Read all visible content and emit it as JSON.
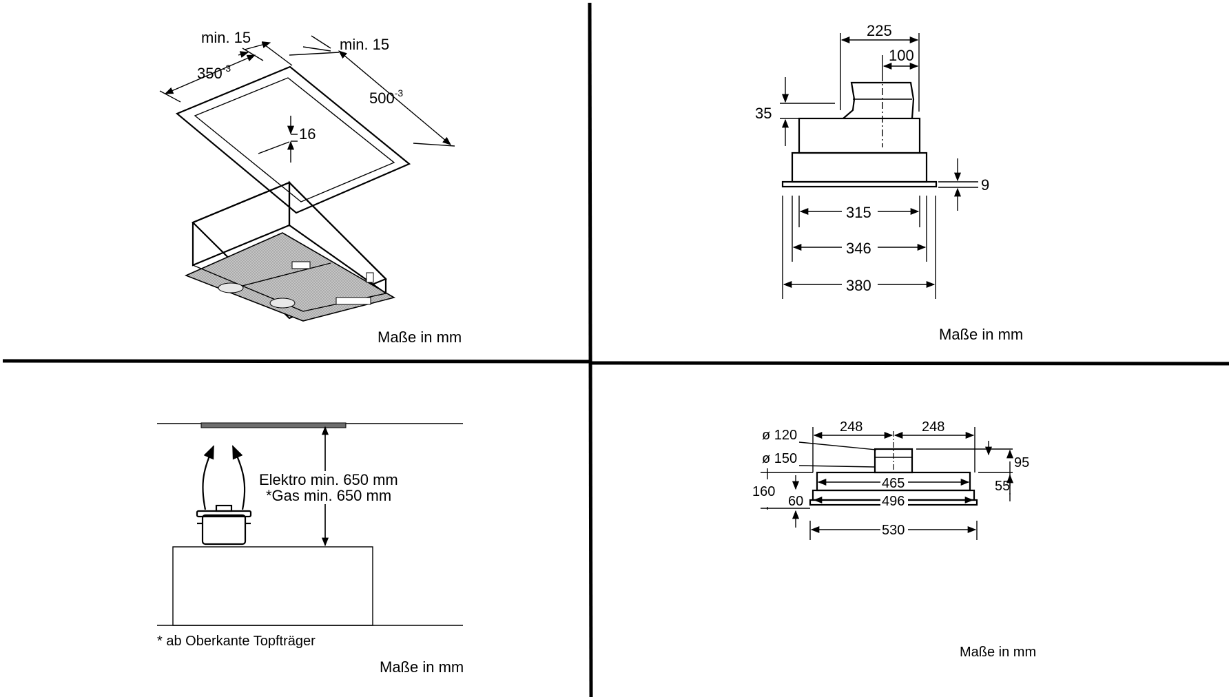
{
  "panels": {
    "top_left": {
      "min15_a": "min. 15",
      "min15_b": "min. 15",
      "width": "350",
      "width_tol": "-3",
      "depth": "500",
      "depth_tol": "-3",
      "frame": "16",
      "caption": "Maße in mm"
    },
    "top_right": {
      "d225": "225",
      "d100": "100",
      "d35": "35",
      "d9": "9",
      "d315": "315",
      "d346": "346",
      "d380": "380",
      "caption": "Maße in mm"
    },
    "bottom_left": {
      "elektro": "Elektro min. 650 mm",
      "gas": "*Gas min. 650 mm",
      "footnote": "* ab Oberkante Topfträger",
      "caption": "Maße in mm"
    },
    "bottom_right": {
      "d120": "ø 120",
      "d150": "ø 150",
      "d248a": "248",
      "d248b": "248",
      "d95": "95",
      "d55": "55",
      "d160": "160",
      "d60": "60",
      "d465": "465",
      "d496": "496",
      "d530": "530",
      "caption": "Maße in mm"
    }
  }
}
